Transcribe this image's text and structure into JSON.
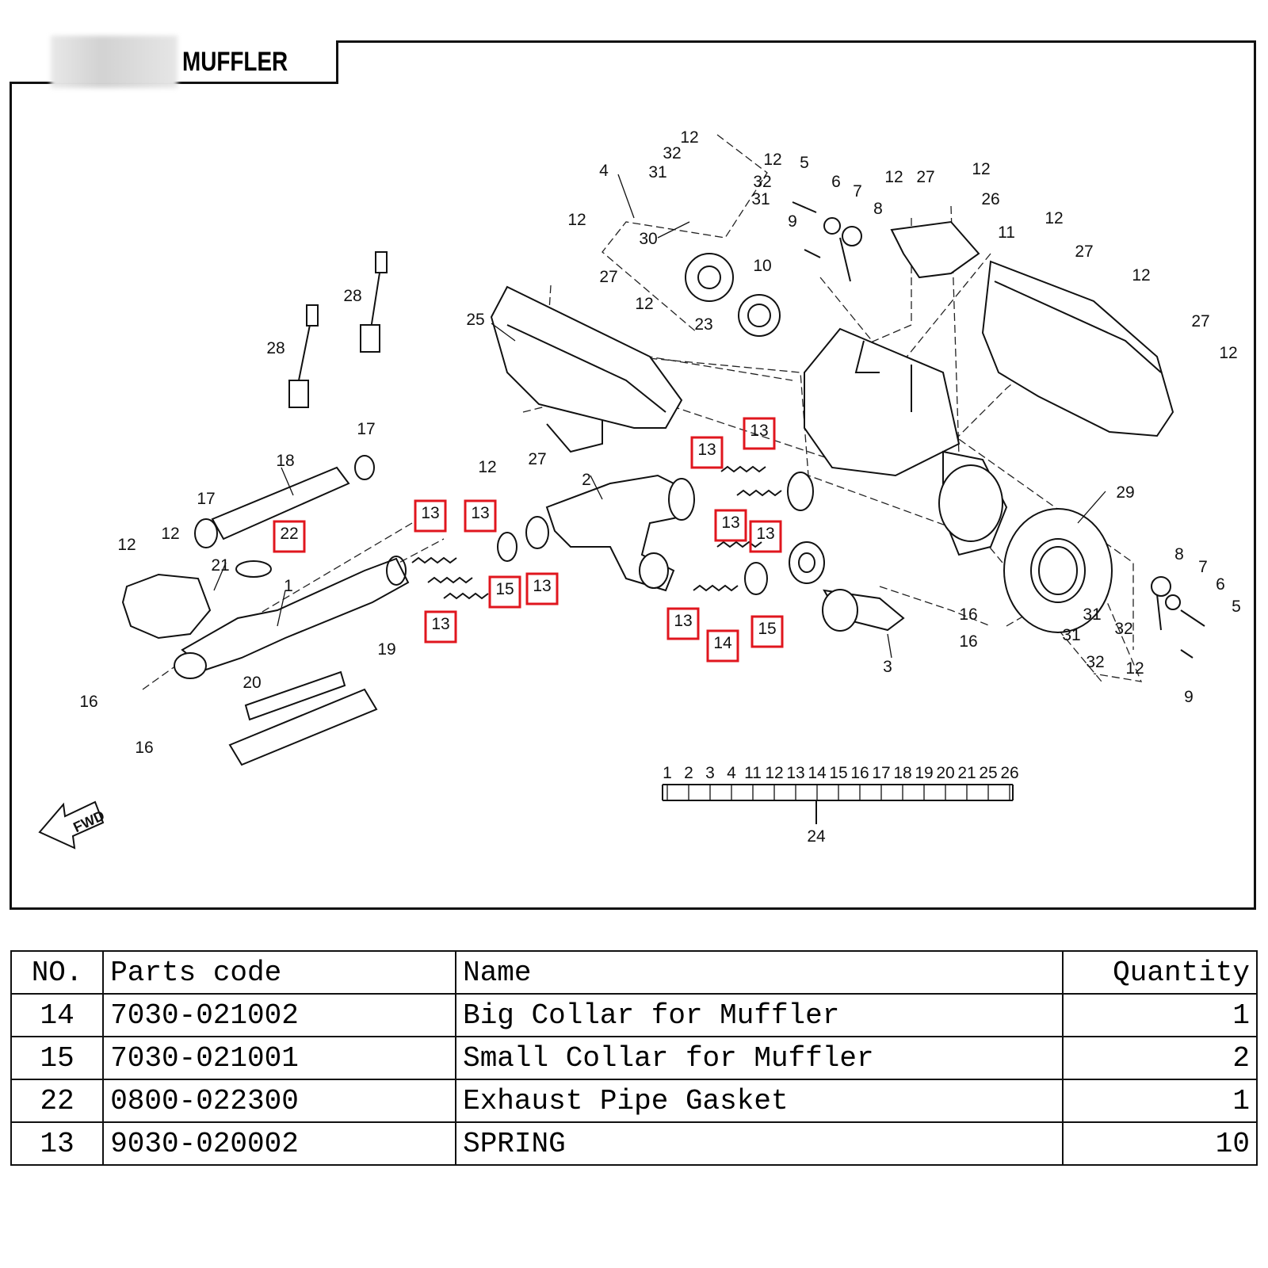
{
  "header": {
    "title": "MUFFLER"
  },
  "diagram": {
    "callouts": [
      {
        "n": "12",
        "highlighted": false
      },
      {
        "n": "32",
        "highlighted": false
      },
      {
        "n": "31",
        "highlighted": false
      },
      {
        "n": "12",
        "highlighted": false
      },
      {
        "n": "32",
        "highlighted": false
      },
      {
        "n": "31",
        "highlighted": false
      },
      {
        "n": "4",
        "highlighted": false
      },
      {
        "n": "30",
        "highlighted": false
      },
      {
        "n": "5",
        "highlighted": false
      },
      {
        "n": "6",
        "highlighted": false
      },
      {
        "n": "7",
        "highlighted": false
      },
      {
        "n": "8",
        "highlighted": false
      },
      {
        "n": "9",
        "highlighted": false
      },
      {
        "n": "10",
        "highlighted": false
      },
      {
        "n": "23",
        "highlighted": false
      },
      {
        "n": "12",
        "highlighted": false
      },
      {
        "n": "27",
        "highlighted": false
      },
      {
        "n": "12",
        "highlighted": false
      },
      {
        "n": "26",
        "highlighted": false
      },
      {
        "n": "11",
        "highlighted": false
      },
      {
        "n": "12",
        "highlighted": false
      },
      {
        "n": "27",
        "highlighted": false
      },
      {
        "n": "12",
        "highlighted": false
      },
      {
        "n": "27",
        "highlighted": false
      },
      {
        "n": "12",
        "highlighted": false
      },
      {
        "n": "12",
        "highlighted": false
      },
      {
        "n": "27",
        "highlighted": false
      },
      {
        "n": "12",
        "highlighted": false
      },
      {
        "n": "25",
        "highlighted": false
      },
      {
        "n": "28",
        "highlighted": false
      },
      {
        "n": "28",
        "highlighted": false
      },
      {
        "n": "12",
        "highlighted": false
      },
      {
        "n": "27",
        "highlighted": false
      },
      {
        "n": "17",
        "highlighted": false
      },
      {
        "n": "18",
        "highlighted": false
      },
      {
        "n": "17",
        "highlighted": false
      },
      {
        "n": "12",
        "highlighted": false
      },
      {
        "n": "12",
        "highlighted": false
      },
      {
        "n": "21",
        "highlighted": false
      },
      {
        "n": "1",
        "highlighted": false
      },
      {
        "n": "2",
        "highlighted": false
      },
      {
        "n": "16",
        "highlighted": false
      },
      {
        "n": "16",
        "highlighted": false
      },
      {
        "n": "20",
        "highlighted": false
      },
      {
        "n": "19",
        "highlighted": false
      },
      {
        "n": "29",
        "highlighted": false
      },
      {
        "n": "8",
        "highlighted": false
      },
      {
        "n": "7",
        "highlighted": false
      },
      {
        "n": "6",
        "highlighted": false
      },
      {
        "n": "5",
        "highlighted": false
      },
      {
        "n": "9",
        "highlighted": false
      },
      {
        "n": "31",
        "highlighted": false
      },
      {
        "n": "32",
        "highlighted": false
      },
      {
        "n": "31",
        "highlighted": false
      },
      {
        "n": "32",
        "highlighted": false
      },
      {
        "n": "12",
        "highlighted": false
      },
      {
        "n": "16",
        "highlighted": false
      },
      {
        "n": "16",
        "highlighted": false
      },
      {
        "n": "3",
        "highlighted": false
      },
      {
        "n": "22",
        "highlighted": true
      },
      {
        "n": "13",
        "highlighted": true
      },
      {
        "n": "13",
        "highlighted": true
      },
      {
        "n": "13",
        "highlighted": true
      },
      {
        "n": "15",
        "highlighted": true
      },
      {
        "n": "13",
        "highlighted": true
      },
      {
        "n": "13",
        "highlighted": true
      },
      {
        "n": "14",
        "highlighted": true
      },
      {
        "n": "13",
        "highlighted": true
      },
      {
        "n": "13",
        "highlighted": true
      },
      {
        "n": "13",
        "highlighted": true
      },
      {
        "n": "13",
        "highlighted": true
      },
      {
        "n": "15",
        "highlighted": true
      }
    ],
    "kit_group": {
      "items": [
        "1",
        "2",
        "3",
        "4",
        "11",
        "12",
        "13",
        "14",
        "15",
        "16",
        "17",
        "18",
        "19",
        "20",
        "21",
        "25",
        "26"
      ],
      "kit_number": "24"
    },
    "direction_label": "FWD",
    "highlight_color": "#e0161e"
  },
  "table": {
    "headers": {
      "no": "NO.",
      "code": "Parts code",
      "name": "Name",
      "qty": "Quantity"
    },
    "rows": [
      {
        "no": "14",
        "code": "7030-021002",
        "name": "Big Collar for Muffler",
        "qty": "1"
      },
      {
        "no": "15",
        "code": "7030-021001",
        "name": "Small Collar for Muffler",
        "qty": "2"
      },
      {
        "no": "22",
        "code": "0800-022300",
        "name": "Exhaust Pipe Gasket",
        "qty": "1"
      },
      {
        "no": "13",
        "code": "9030-020002",
        "name": "SPRING",
        "qty": "10"
      }
    ]
  }
}
